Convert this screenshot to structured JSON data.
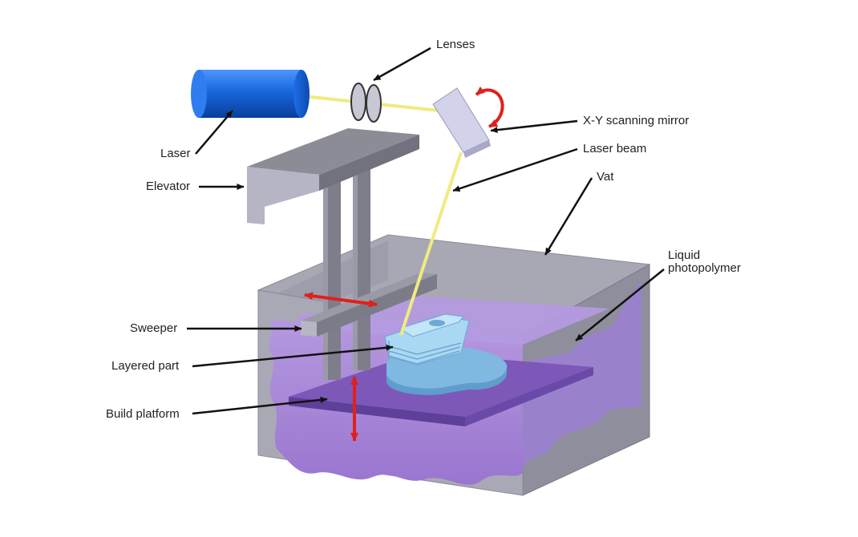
{
  "labels": {
    "lenses": "Lenses",
    "laser": "Laser",
    "scanning_mirror": "X-Y scanning mirror",
    "laser_beam": "Laser beam",
    "elevator": "Elevator",
    "vat": "Vat",
    "liquid_line1": "Liquid",
    "liquid_line2": "photopolymer",
    "sweeper": "Sweeper",
    "layered_part": "Layered part",
    "build_platform": "Build platform"
  },
  "colors": {
    "laser_body": "#1560d6",
    "beam": "#f2ee86",
    "vat_wall": "#a6a6b4",
    "resin": "#a98ad8",
    "part": "#9ed0ec",
    "mirror": "#d4d4ec",
    "elevator": "#8e8e98",
    "arrow_red": "#e0201c",
    "arrow_black": "#111111"
  }
}
